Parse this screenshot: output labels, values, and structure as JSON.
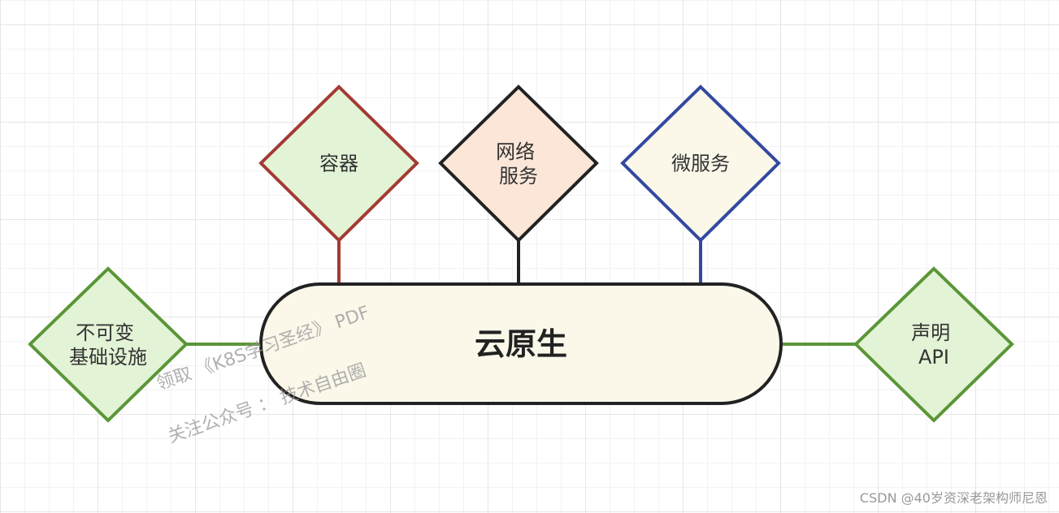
{
  "diagram": {
    "core": {
      "label": "云原生",
      "fill": "#fbf8ea",
      "stroke": "#222222"
    },
    "top_nodes": [
      {
        "id": "containers",
        "lines": [
          "容器"
        ],
        "fill": "#e3f3d6",
        "stroke": "#a33a34"
      },
      {
        "id": "service-mesh",
        "lines": [
          "网络",
          "服务"
        ],
        "fill": "#fbe6d8",
        "stroke": "#222222"
      },
      {
        "id": "microservices",
        "lines": [
          "微服务"
        ],
        "fill": "#fbf8ea",
        "stroke": "#3349a0"
      }
    ],
    "side_nodes": [
      {
        "id": "immutable-infrastructure",
        "side": "left",
        "lines": [
          "不可变",
          "基础设施"
        ],
        "fill": "#e3f3d6",
        "stroke": "#5a9637"
      },
      {
        "id": "declarative-api",
        "side": "right",
        "lines": [
          "声明",
          "API"
        ],
        "fill": "#e3f3d6",
        "stroke": "#5a9637"
      }
    ]
  },
  "watermark": {
    "line1": "领取 《K8S学习圣经》 PDF",
    "line2": "关注公众号 ： 技术自由圈"
  },
  "credit": "CSDN @40岁资深老架构师尼恩"
}
